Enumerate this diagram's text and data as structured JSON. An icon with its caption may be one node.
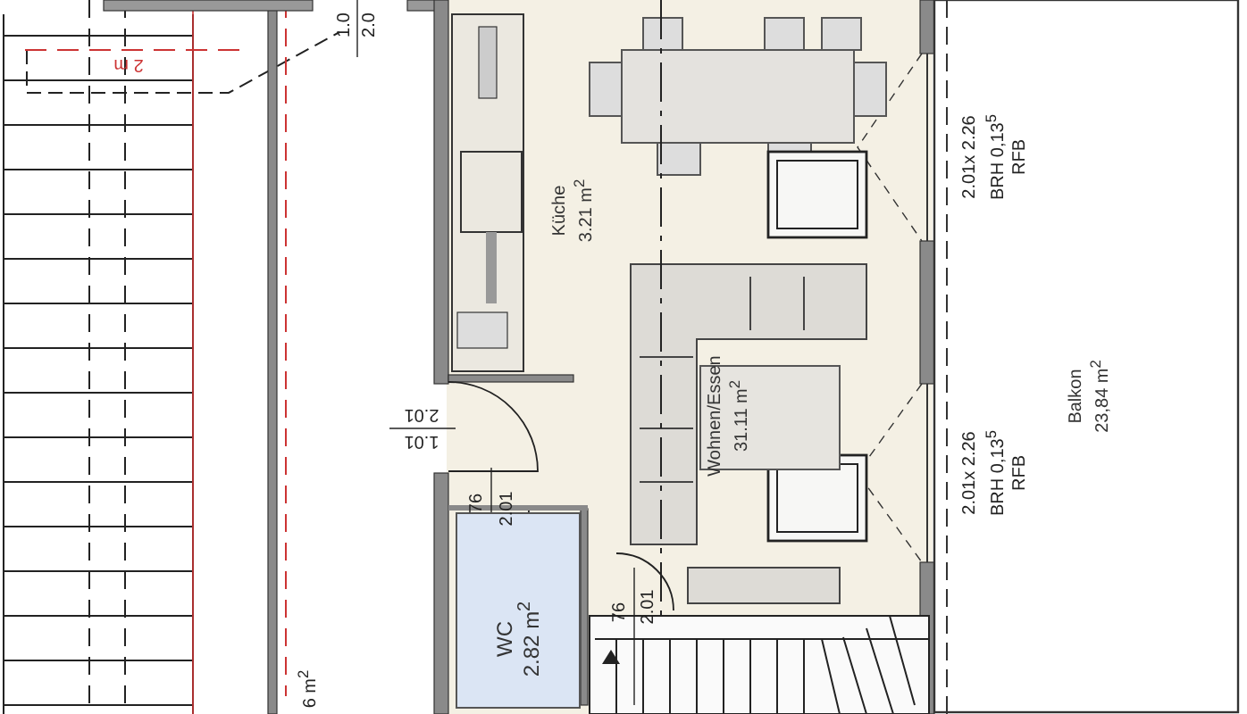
{
  "diagram": {
    "nodes": [
      {
        "text": [
          "Küche",
          "3.21 m$^{2}$"
        ]
      },
      {
        "text": [
          "Wohnen/Essen",
          "31.11 m$^{2}$"
        ]
      },
      {
        "text": [
          "WC",
          "2.82 m$^{2}$"
        ]
      },
      {
        "text": [
          "Balkon",
          "23,84 m$^{2}$"
        ]
      }
    ],
    "labels": [
      "1.0",
      "2.0",
      "2 m",
      "1.01",
      "2.01",
      "76",
      "2.01",
      "76",
      "2.01",
      "2.01x 2.26",
      "BRH 0,13$^{5}$",
      "RFB",
      "2.01x 2.26",
      "BRH 0,13$^{5}$",
      "RFB",
      "6 m$^{2}$"
    ]
  }
}
